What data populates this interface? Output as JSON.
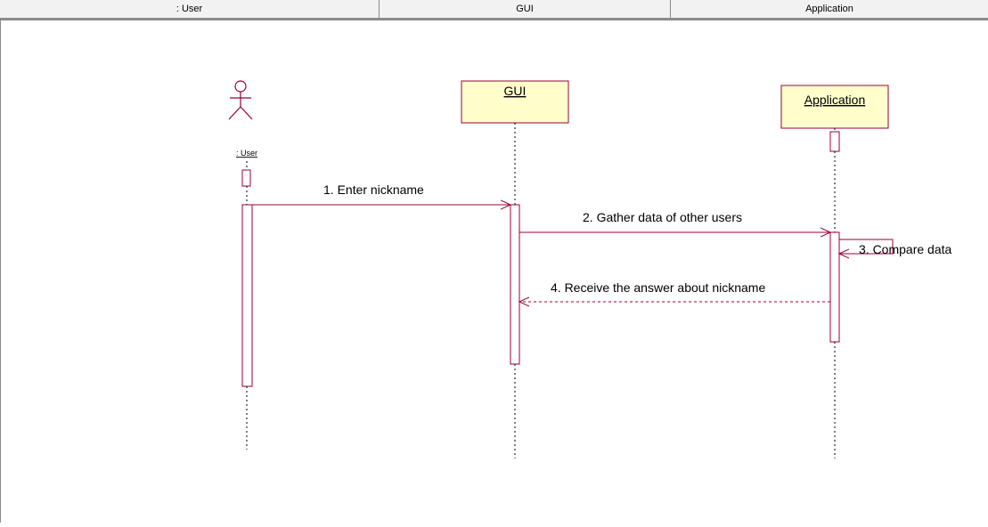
{
  "header": {
    "columns": [
      ": User",
      "GUI",
      "Application"
    ]
  },
  "actor": {
    "label": ": User"
  },
  "objects": {
    "gui": "GUI",
    "application": "Application"
  },
  "messages": {
    "m1": "1. Enter nickname",
    "m2": "2. Gather data of other users",
    "m3": "3. Compare data",
    "m4": "4. Receive the answer about nickname"
  },
  "colors": {
    "line": "#990033",
    "box_fill": "#ffffcc",
    "header_bg": "#f2f2f2"
  }
}
